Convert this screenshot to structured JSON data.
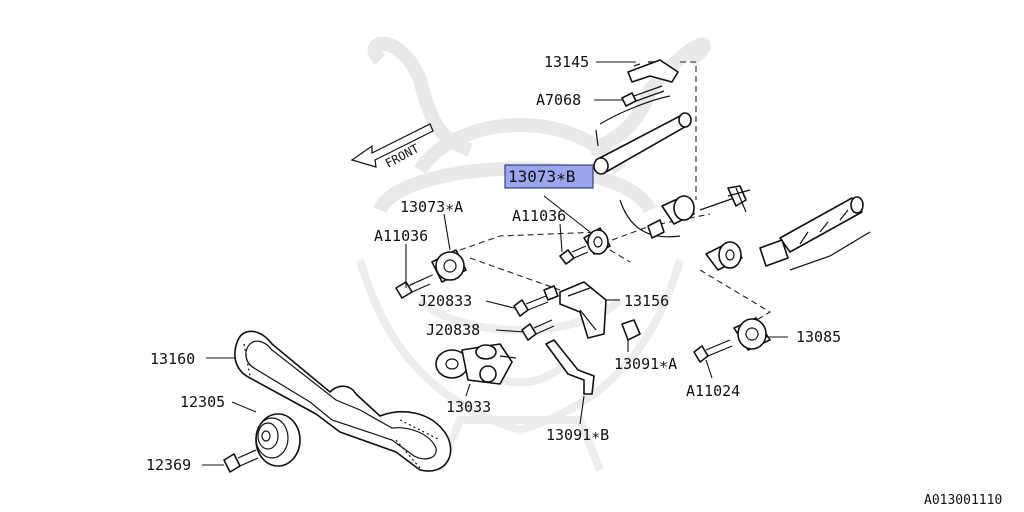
{
  "diagram": {
    "labels": {
      "p13145": "13145",
      "pA7068": "A7068",
      "p13073B": "13073∗B",
      "p13073A": "13073∗A",
      "pA11036_left": "A11036",
      "pA11036_mid": "A11036",
      "pJ20833": "J20833",
      "p13156": "13156",
      "pJ20838": "J20838",
      "p13091A": "13091∗A",
      "p13085": "13085",
      "p13160": "13160",
      "pA11024": "A11024",
      "p12305": "12305",
      "p13033": "13033",
      "p13091B": "13091∗B",
      "p12369": "12369"
    },
    "front_label": "FRONT",
    "figure_code": "A013001110",
    "highlight_color": "#9aa6ee"
  }
}
